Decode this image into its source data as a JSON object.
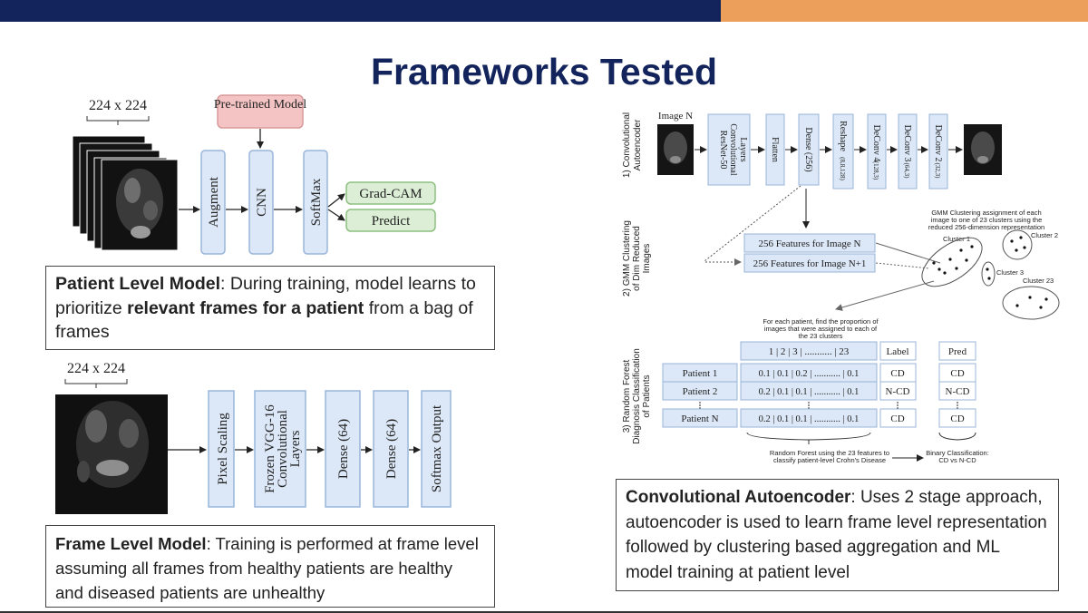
{
  "header": {
    "title": "Frameworks Tested"
  },
  "colors": {
    "navy": "#13245c",
    "orange": "#eb9f5b",
    "box_blue_fill": "#dce8f7",
    "box_blue_border": "#9ab5da",
    "pink": "#f4c3c3",
    "green": "#dcefd6"
  },
  "patient_model": {
    "dims": "224 x 224",
    "pretrained": "Pre-trained Model",
    "augment": "Augment",
    "cnn": "CNN",
    "softmax": "SoftMax",
    "gradcam": "Grad-CAM",
    "predict": "Predict",
    "caption": {
      "head": "Patient Level Model",
      "t1": ": During training, model learns to prioritize ",
      "bold": "relevant frames for a patient",
      "t2": " from a bag of frames"
    }
  },
  "frame_model": {
    "dims": "224 x 224",
    "pixel_scaling": "Pixel Scaling",
    "vgg_a": "Frozen VGG-16",
    "vgg_b": "Convolutional",
    "vgg_c": "Layers",
    "dense1": "Dense (64)",
    "dense2": "Dense (64)",
    "softmax_output": "Softmax Output",
    "caption": {
      "head": "Frame Level Model",
      "text": ": Training is performed at frame level assuming all frames from healthy patients are healthy and diseased patients are unhealthy"
    }
  },
  "autoencoder": {
    "stage1_a": "1) Convolutional",
    "stage1_b": "Autoencoder",
    "image_n": "Image N",
    "resnet_a": "ResNet-50",
    "resnet_b": "Convolutional",
    "resnet_c": "Layers",
    "flatten": "Flatten",
    "dense256": "Dense (256)",
    "reshape": "Reshape",
    "reshape_dim": "(8,8,128)",
    "deconv4": "DeConv 4",
    "deconv4_dim": "(128,3)",
    "deconv3": "DeConv 3",
    "deconv3_dim": "(64,3)",
    "deconv2": "DeConv 2",
    "deconv2_dim": "(32,3)",
    "stage2_a": "2) GMM Clustering",
    "stage2_b": "of Dim Reduced",
    "stage2_c": "Images",
    "feat_n": "256 Features for Image N",
    "feat_n1": "256 Features for Image N+1",
    "gmm_note_1": "GMM Clustering assignment of each",
    "gmm_note_2": "image to one of 23 clusters using the",
    "gmm_note_3": "reduced 256-dimension representation",
    "cluster1": "Cluster 1",
    "cluster2": "Cluster 2",
    "cluster3": "Cluster 3",
    "cluster23": "Cluster 23",
    "proportion_1": "For each patient, find the proportion of",
    "proportion_2": "images that were assigned to each of",
    "proportion_3": "the 23 clusters",
    "stage3_a": "3) Random Forest",
    "stage3_b": "Diagnosis Classification",
    "stage3_c": "of Patients",
    "table_header": "1  |  2  |  3  | ........... |  23",
    "label_header": "Label",
    "pred_header": "Pred",
    "rows": [
      {
        "patient": "Patient 1",
        "values": "0.1 | 0.1 | 0.2 | ........... | 0.1",
        "label": "CD",
        "pred": "CD"
      },
      {
        "patient": "Patient 2",
        "values": "0.2 | 0.1 | 0.1 | ........... | 0.1",
        "label": "N-CD",
        "pred": "N-CD"
      },
      {
        "patient": "Patient N",
        "values": "0.2 | 0.1 | 0.1 | ........... | 0.1",
        "label": "CD",
        "pred": "CD"
      }
    ],
    "rf_note_1": "Random Forest using the 23 features to",
    "rf_note_2": "classify patient-level Crohn's Disease",
    "binary_1": "Binary Classification:",
    "binary_2": "CD vs N-CD",
    "caption": {
      "head": "Convolutional Autoencoder",
      "text": ": Uses 2 stage approach, autoencoder is used to learn frame level representation followed by clustering based aggregation and ML model training at patient level"
    }
  }
}
